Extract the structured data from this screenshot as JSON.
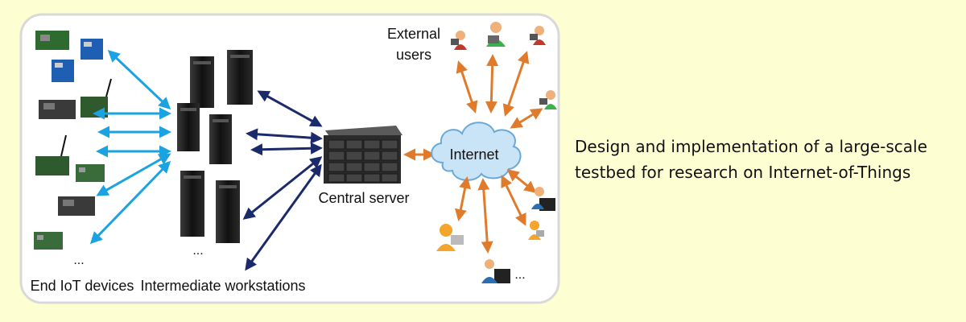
{
  "diagram": {
    "labels": {
      "external_users_line1": "External",
      "external_users_line2": "users",
      "internet": "Internet",
      "central_server": "Central server",
      "end_devices": "End IoT devices",
      "workstations": "Intermediate workstations",
      "ellipsis_devices": "...",
      "ellipsis_workstations": "...",
      "ellipsis_users": "..."
    },
    "colors": {
      "device_arrows": "#1aa3e0",
      "server_arrows": "#1b2a6b",
      "internet_arrows": "#e07b2c",
      "cloud": "#c9e4f7",
      "panel_border": "#d9d9d9"
    },
    "icons": [
      "iot-board-icon",
      "tower-pc-icon",
      "rack-server-icon",
      "cloud-icon",
      "user-computer-icon"
    ]
  },
  "caption": {
    "line1": "Design and implementation of a large-scale",
    "line2": "testbed for research on Internet-of-Things"
  }
}
